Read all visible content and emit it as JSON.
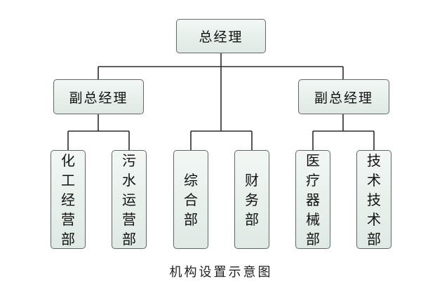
{
  "chart": {
    "root": {
      "label": "总经理"
    },
    "deputies": [
      {
        "label": "副总经理"
      },
      {
        "label": "副总经理"
      }
    ],
    "departments": [
      {
        "label": "化工经营部"
      },
      {
        "label": "污水运营部"
      },
      {
        "label": "综合部"
      },
      {
        "label": "财务部"
      },
      {
        "label": "医疗器械部"
      },
      {
        "label": "技术技术部"
      }
    ],
    "caption": "机构设置示意图"
  }
}
